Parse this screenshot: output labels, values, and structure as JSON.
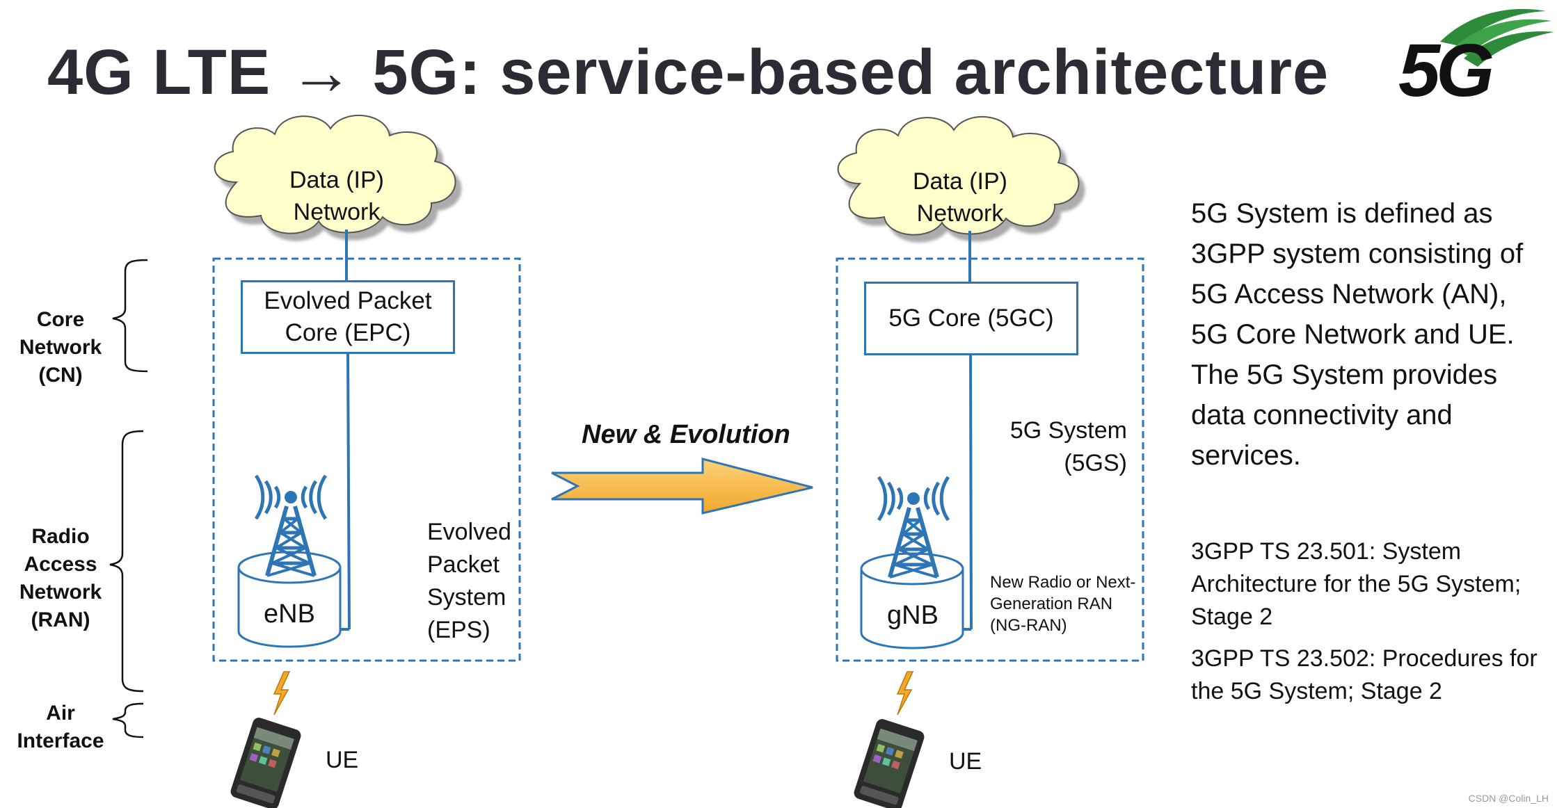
{
  "title": "4G LTE → 5G: service-based architecture",
  "logo": {
    "text": "5G",
    "swoosh_color": "#2e8b3a"
  },
  "layers": {
    "core_network": "Core Network (CN)",
    "ran": "Radio Access Network (RAN)",
    "air_interface": "Air Interface"
  },
  "lte": {
    "cloud_line1": "Data (IP)",
    "cloud_line2": "Network",
    "core_line1": "Evolved Packet",
    "core_line2": "Core (EPC)",
    "system_line1": "Evolved",
    "system_line2": "Packet",
    "system_line3": "System",
    "system_line4": "(EPS)",
    "base_station": "eNB",
    "ue": "UE"
  },
  "transition": {
    "label": "New & Evolution",
    "arrow_color": "#f5b83d"
  },
  "nr": {
    "cloud_line1": "Data (IP)",
    "cloud_line2": "Network",
    "core": "5G Core (5GC)",
    "system_line1": "5G System",
    "system_line2": "(5GS)",
    "ran_line1": "New Radio or Next-",
    "ran_line2": "Generation RAN",
    "ran_line3": "(NG-RAN)",
    "base_station": "gNB",
    "ue": "UE"
  },
  "definition": {
    "lines": [
      "5G System is defined as",
      "3GPP system consisting of",
      "5G Access Network (AN),",
      "5G Core Network and UE.",
      "The 5G System provides",
      "data connectivity and",
      "services."
    ]
  },
  "references": {
    "ref1_lines": [
      "3GPP TS 23.501: System",
      "Architecture for the 5G System;",
      "Stage 2"
    ],
    "ref2_lines": [
      "3GPP TS 23.502: Procedures for",
      "the 5G System; Stage 2"
    ]
  },
  "watermark": "CSDN @Colin_LH",
  "colors": {
    "accent": "#2e75b6",
    "cloud_fill": "#ffffcc",
    "bolt": "#f0a830"
  }
}
